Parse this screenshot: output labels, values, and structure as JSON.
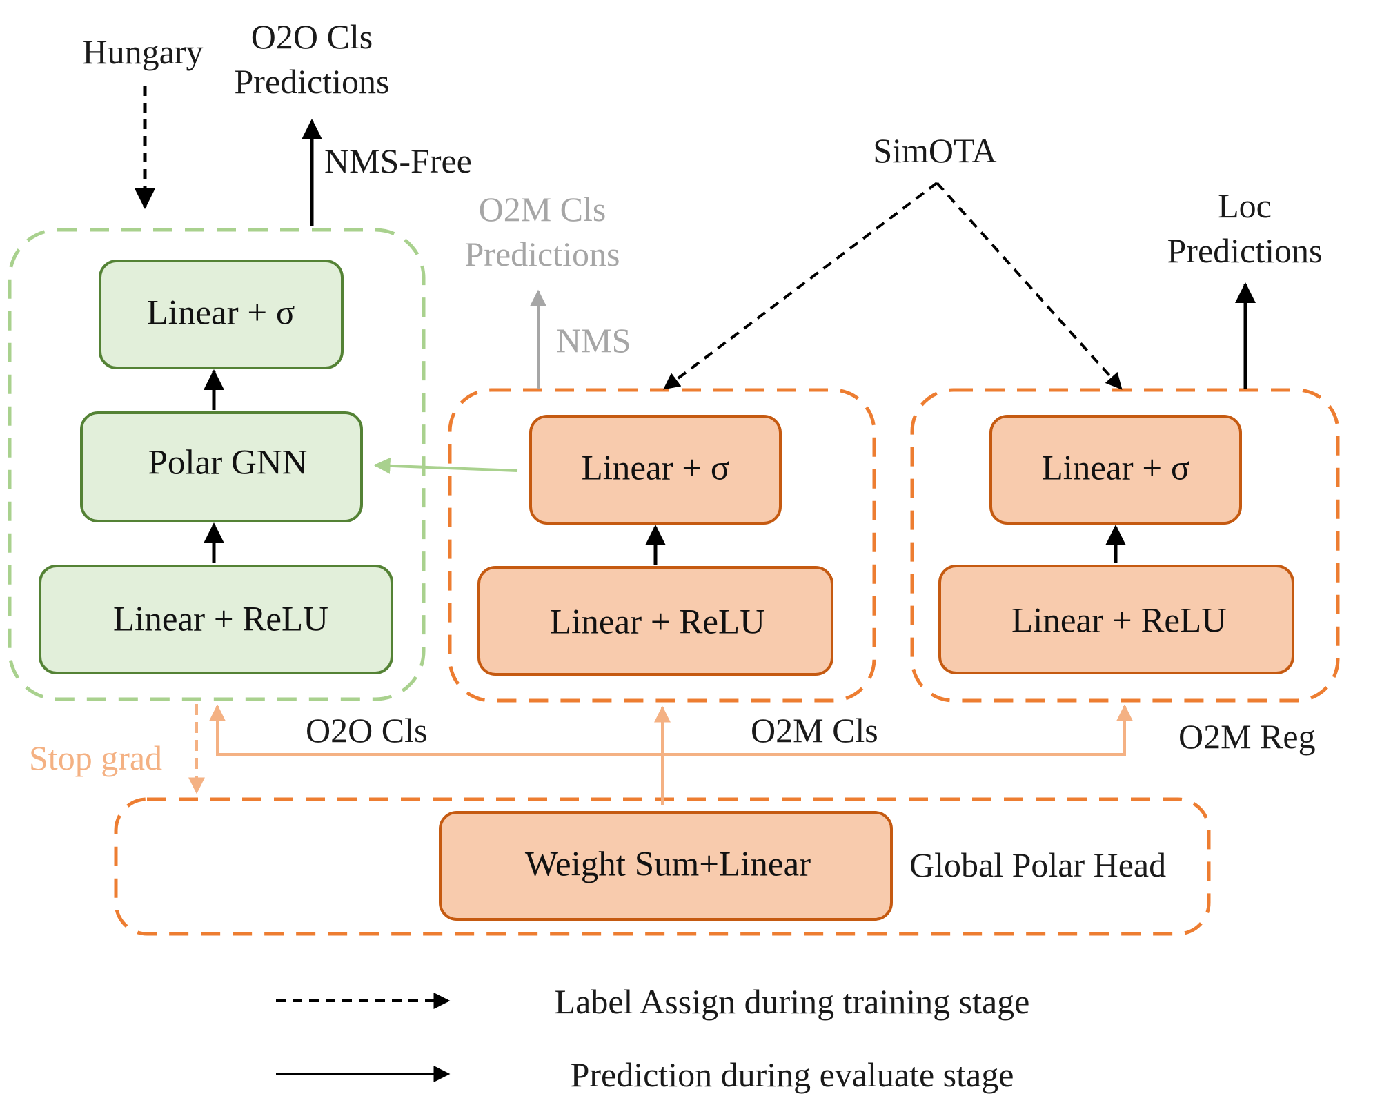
{
  "o2o_branch": {
    "top_box": "Linear + σ",
    "mid_box": "Polar GNN",
    "bottom_box": "Linear + ReLU"
  },
  "o2m_cls_branch": {
    "top_box": "Linear + σ",
    "bottom_box": "Linear + ReLU"
  },
  "o2m_reg_branch": {
    "top_box": "Linear + σ",
    "bottom_box": "Linear + ReLU"
  },
  "global_head": {
    "box": "Weight Sum+Linear",
    "label": "Global Polar Head"
  },
  "labels": {
    "hungary": "Hungary",
    "o2o_pred_line1": "O2O Cls",
    "o2o_pred_line2": "Predictions",
    "nms_free": "NMS-Free",
    "o2m_pred_line1": "O2M Cls",
    "o2m_pred_line2": "Predictions",
    "nms": "NMS",
    "simota": "SimOTA",
    "loc_line1": "Loc",
    "loc_line2": "Predictions",
    "o2o_cls": "O2O Cls",
    "o2m_cls": "O2M Cls",
    "o2m_reg": "O2M Reg",
    "stop_grad": "Stop grad"
  },
  "legend": {
    "dashed": "Label Assign during training stage",
    "solid": "Prediction during evaluate stage"
  },
  "colors": {
    "green_fill": "#e2efda",
    "green_stroke": "#548235",
    "green_dash": "#a9d18e",
    "orange_fill": "#f8cbad",
    "orange_stroke": "#c55a11",
    "orange_dash": "#ed7d31",
    "light_orange": "#f4b183",
    "gray": "#a6a6a6"
  }
}
